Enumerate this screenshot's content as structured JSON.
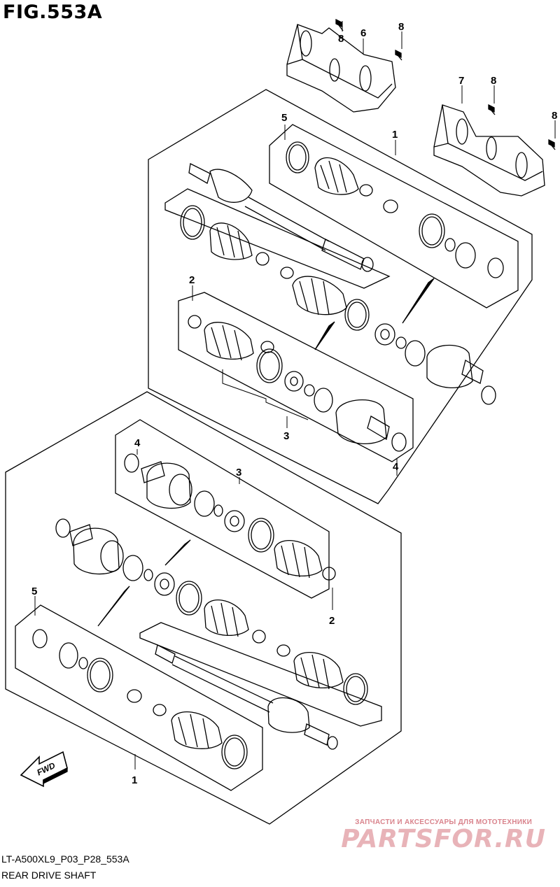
{
  "figure": {
    "title": "FIG.553A",
    "code": "LT-A500XL9_P03_P28_553A",
    "caption": "REAR DRIVE SHAFT"
  },
  "callouts": [
    {
      "id": "c1a",
      "label": "1"
    },
    {
      "id": "c1b",
      "label": "1"
    },
    {
      "id": "c2a",
      "label": "2"
    },
    {
      "id": "c2b",
      "label": "2"
    },
    {
      "id": "c3a",
      "label": "3"
    },
    {
      "id": "c3b",
      "label": "3"
    },
    {
      "id": "c4a",
      "label": "4"
    },
    {
      "id": "c4b",
      "label": "4"
    },
    {
      "id": "c5a",
      "label": "5"
    },
    {
      "id": "c5b",
      "label": "5"
    },
    {
      "id": "c6",
      "label": "6"
    },
    {
      "id": "c7",
      "label": "7"
    },
    {
      "id": "c8a",
      "label": "8"
    },
    {
      "id": "c8b",
      "label": "8"
    },
    {
      "id": "c8c",
      "label": "8"
    },
    {
      "id": "c8d",
      "label": "8"
    }
  ],
  "fwd_label": "FWD",
  "watermark": {
    "line1": "ЗАПЧАСТИ И АКСЕССУАРЫ ДЛЯ МОТОТЕХНИКИ",
    "line2": "PARTSFOR.RU"
  },
  "icons": [
    "fwd-arrow-icon",
    "bolt-icon",
    "boot-icon",
    "clamp-icon",
    "circlip-icon"
  ]
}
